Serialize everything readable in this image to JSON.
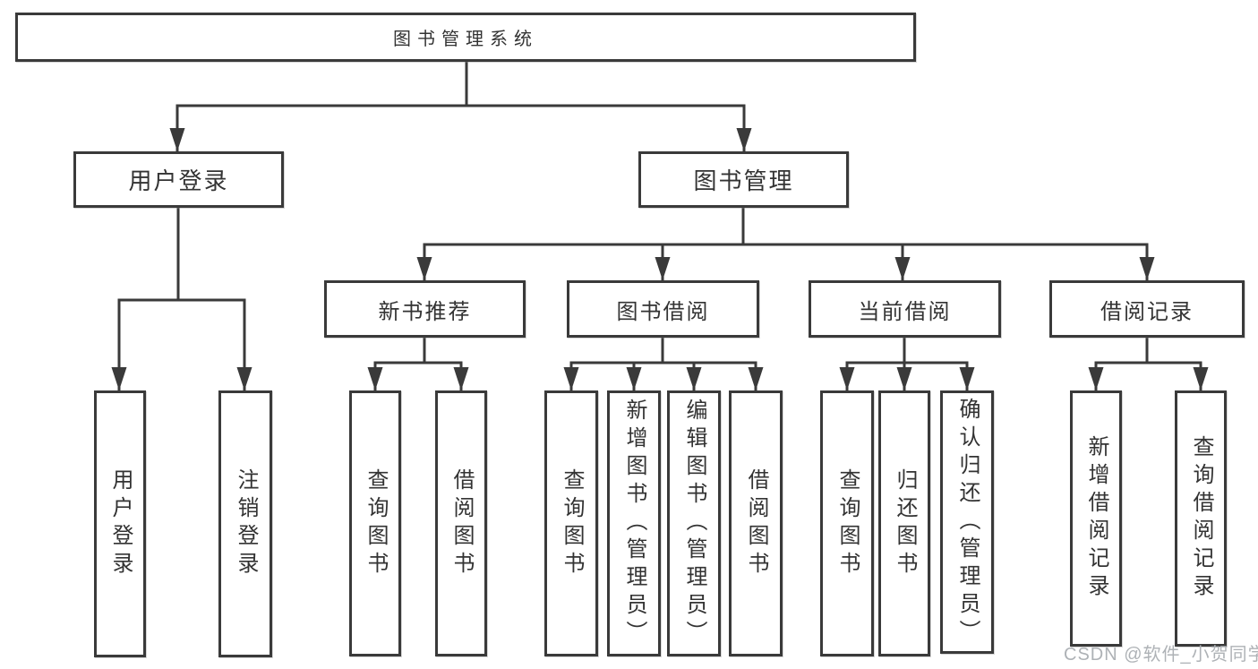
{
  "diagram": {
    "type": "hierarchy-tree",
    "watermark": "CSDN @软件_小贺同学",
    "colors": {
      "line": "#3a3a3a",
      "box_fill": "#ffffff",
      "text": "#333333",
      "watermark": "#aeb2b6"
    },
    "tree": {
      "root": "图书管理系统",
      "children": [
        {
          "label": "用户登录",
          "children": [
            "用户登录",
            "注销登录"
          ]
        },
        {
          "label": "图书管理",
          "children": [
            {
              "label": "新书推荐",
              "children": [
                "查询图书",
                "借阅图书"
              ]
            },
            {
              "label": "图书借阅",
              "children": [
                "查询图书",
                "新增图书（管理员）",
                "编辑图书（管理员）",
                "借阅图书"
              ]
            },
            {
              "label": "当前借阅",
              "children": [
                "查询图书",
                "归还图书",
                "确认归还（管理员）"
              ]
            },
            {
              "label": "借阅记录",
              "children": [
                "新增借阅记录",
                "查询借阅记录"
              ]
            }
          ]
        }
      ]
    }
  }
}
